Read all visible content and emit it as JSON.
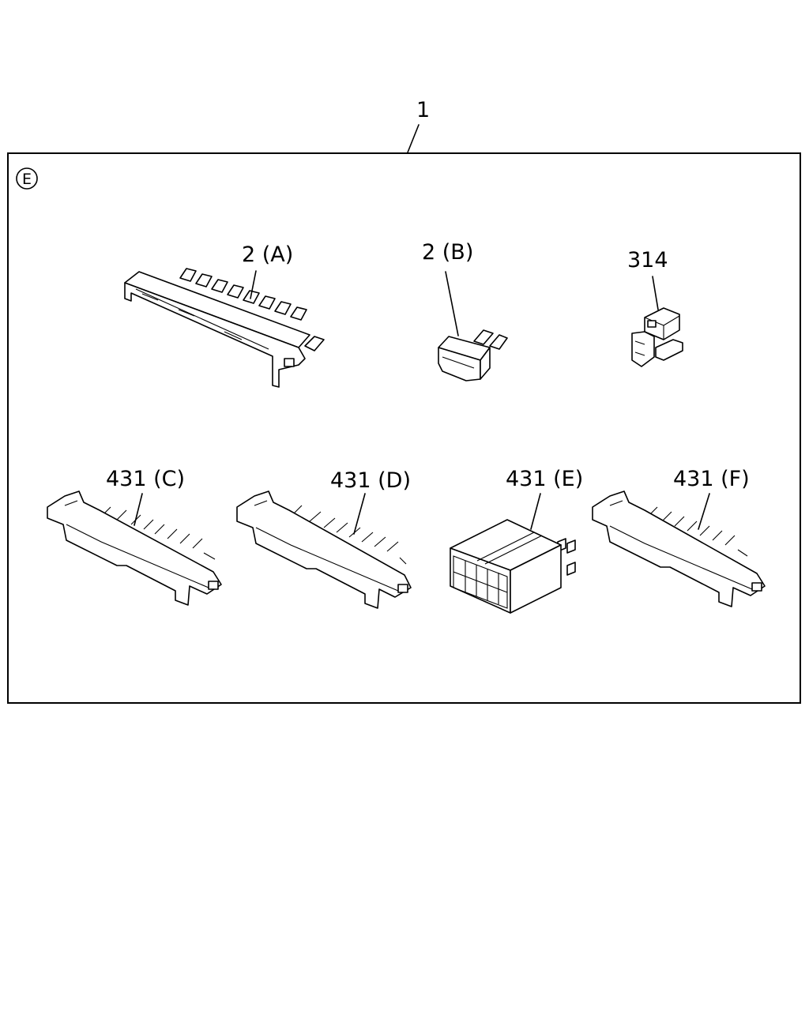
{
  "assembly_label": "1",
  "section_marker": "E",
  "callouts": {
    "a": "2 (A)",
    "b": "2 (B)",
    "p314": "314",
    "c": "431 (C)",
    "d": "431 (D)",
    "e": "431 (E)",
    "f": "431 (F)"
  }
}
